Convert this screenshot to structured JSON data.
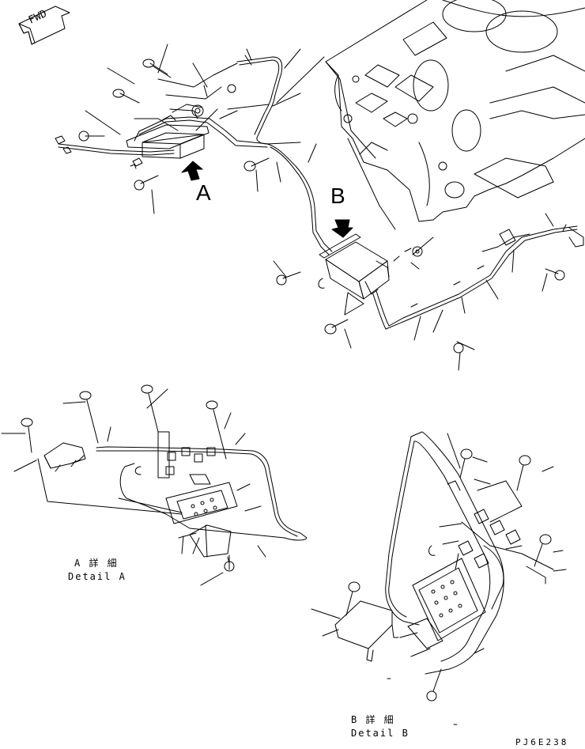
{
  "fwd_arrow": {
    "text": "FWD",
    "icon": "fwd-arrow-icon"
  },
  "views": [
    {
      "id": "A",
      "letter": "A",
      "caption_jp": "A 詳 細",
      "caption_en": "Detail A"
    },
    {
      "id": "B",
      "letter": "B",
      "caption_jp": "B 詳 細",
      "caption_en": "Detail B"
    }
  ],
  "drawing_code": "PJ6E238",
  "stroke_color": "#000000",
  "background": "#ffffff"
}
